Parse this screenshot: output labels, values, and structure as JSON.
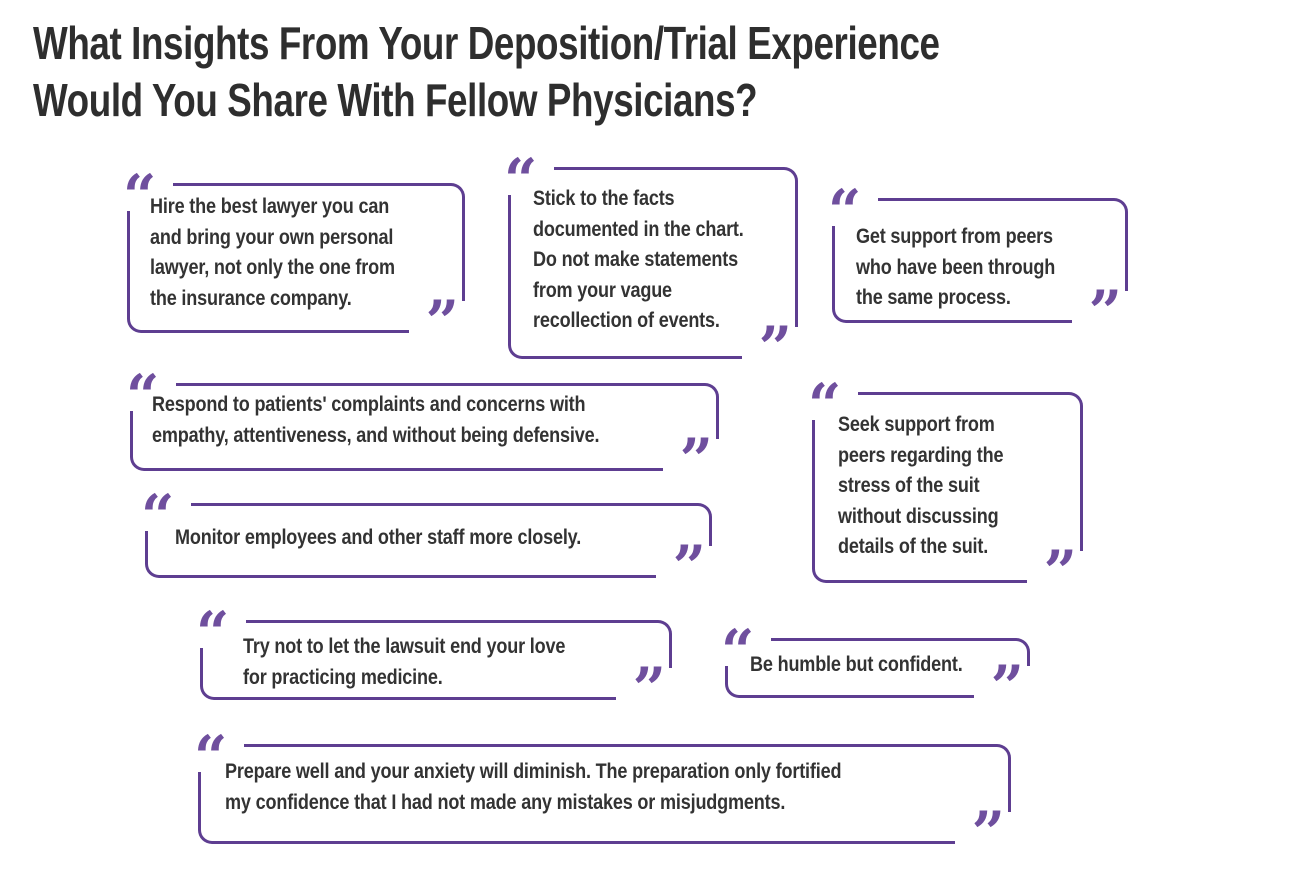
{
  "title": "What Insights From Your Deposition/Trial Experience\nWould You Share With Fellow Physicians?",
  "glyphs": {
    "open": "“",
    "close": "”"
  },
  "colors": {
    "background": "#ffffff",
    "title_text": "#2e2e2e",
    "quote_text": "#333333",
    "border_purple": "#5e3e91",
    "quote_purple": "#6f4f9e"
  },
  "quotes": [
    {
      "text": "Hire the best lawyer you can\nand bring your own personal\nlawyer, not only the one from\nthe insurance company."
    },
    {
      "text": "Stick to the facts\ndocumented in the chart.\nDo not make statements\nfrom your vague\nrecollection of events."
    },
    {
      "text": "Get support from peers\nwho have been through\nthe same process."
    },
    {
      "text": "Respond to patients' complaints and concerns with\nempathy, attentiveness, and without being defensive."
    },
    {
      "text": "Seek support from\npeers regarding the\nstress of the suit\nwithout discussing\ndetails of the suit."
    },
    {
      "text": "Monitor employees and other staff more closely."
    },
    {
      "text": "Try not to let the lawsuit end your love\nfor practicing medicine."
    },
    {
      "text": "Be humble but confident."
    },
    {
      "text": "Prepare well and your anxiety will diminish. The preparation only fortified\nmy confidence that I had not made any mistakes or misjudgments."
    }
  ]
}
